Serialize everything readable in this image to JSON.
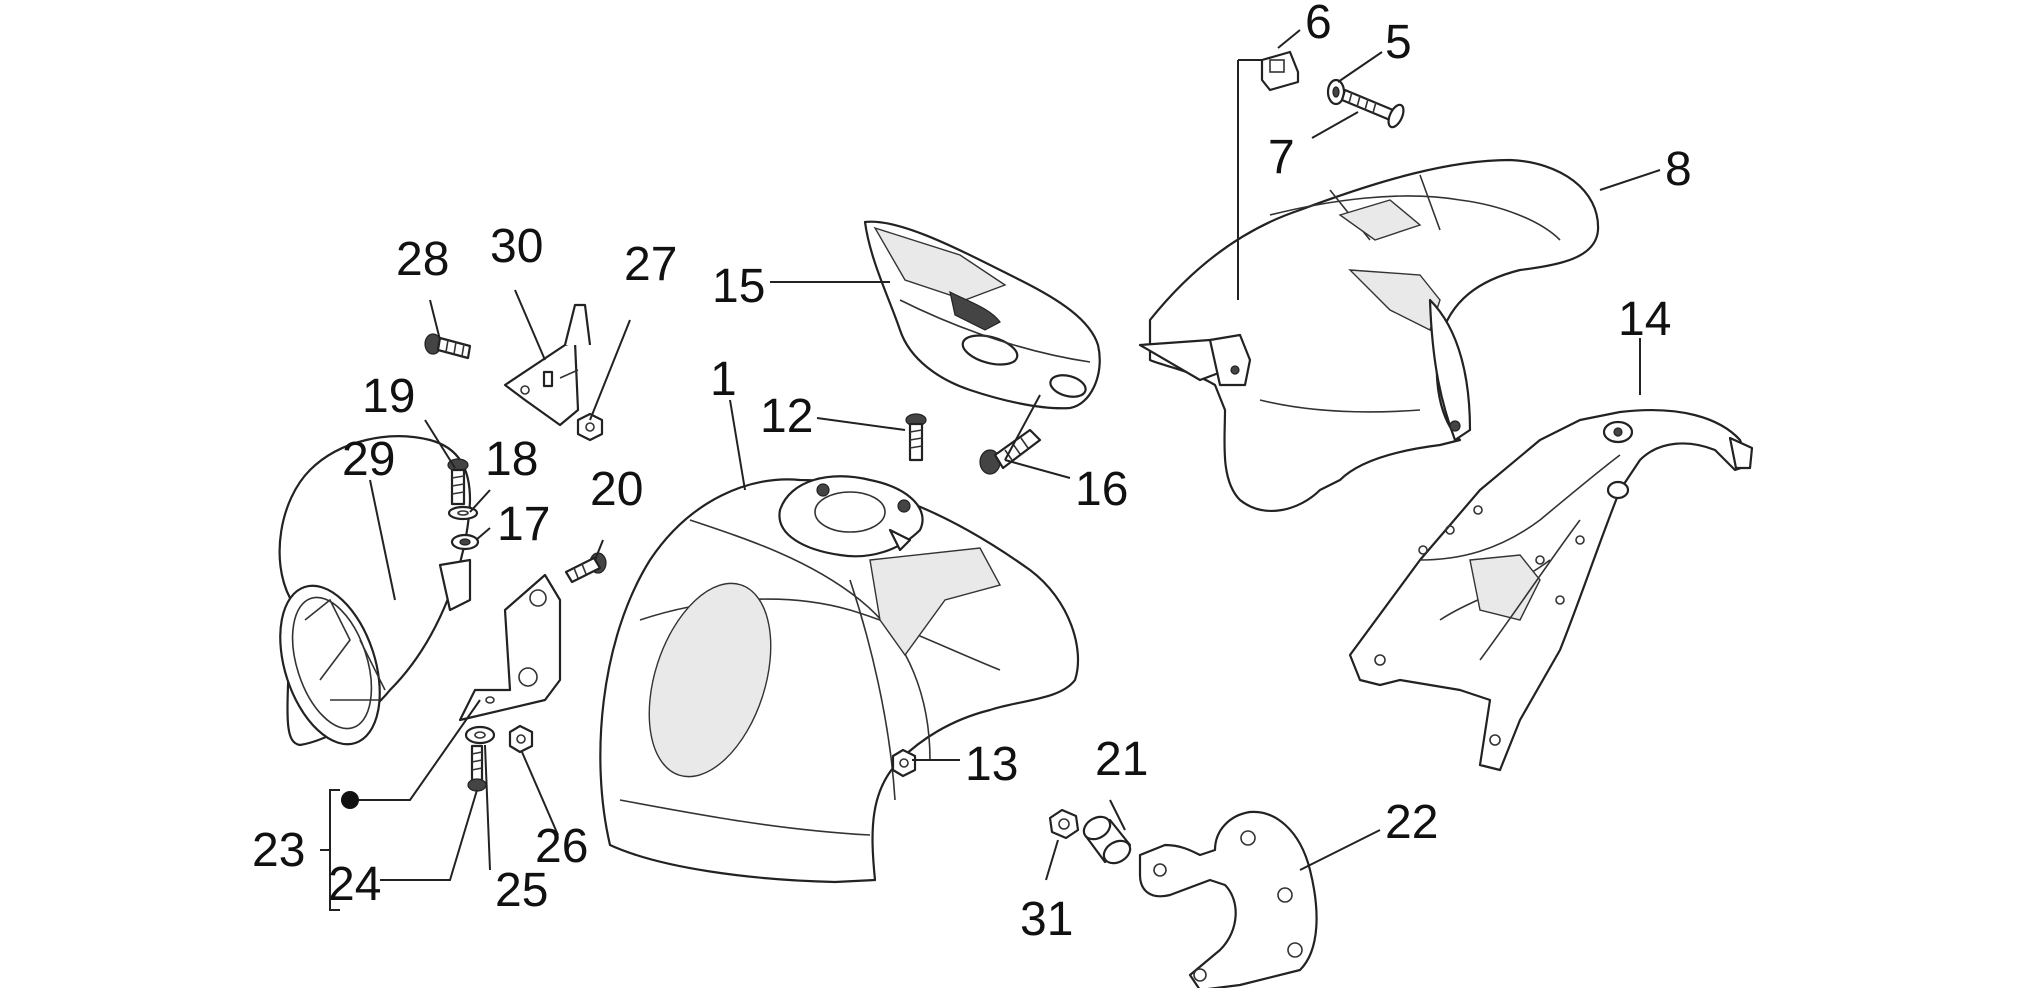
{
  "background_color": "#ffffff",
  "line_color": "#222222",
  "callouts": [
    "1",
    "5",
    "6",
    "7",
    "8",
    "12",
    "13",
    "14",
    "15",
    "16",
    "17",
    "18",
    "19",
    "20",
    "21",
    "22",
    "23",
    "24",
    "25",
    "26",
    "27",
    "28",
    "29",
    "30",
    "31"
  ],
  "parts": [
    "front-fender",
    "bolt-5",
    "clip-6",
    "screw-7",
    "rear-fender",
    "screw-12",
    "nut-13",
    "rear-mudguard-bracket-14",
    "front-fender-cover-15",
    "screw-16",
    "washer-17",
    "washer-18",
    "screw-19",
    "screw-20",
    "spacer-21",
    "bracket-22",
    "bracket-assembly-23",
    "screw-24",
    "washer-25",
    "nut-26",
    "nut-27",
    "screw-28",
    "headlight-shell-29",
    "headlight-bracket-30",
    "nut-31"
  ]
}
